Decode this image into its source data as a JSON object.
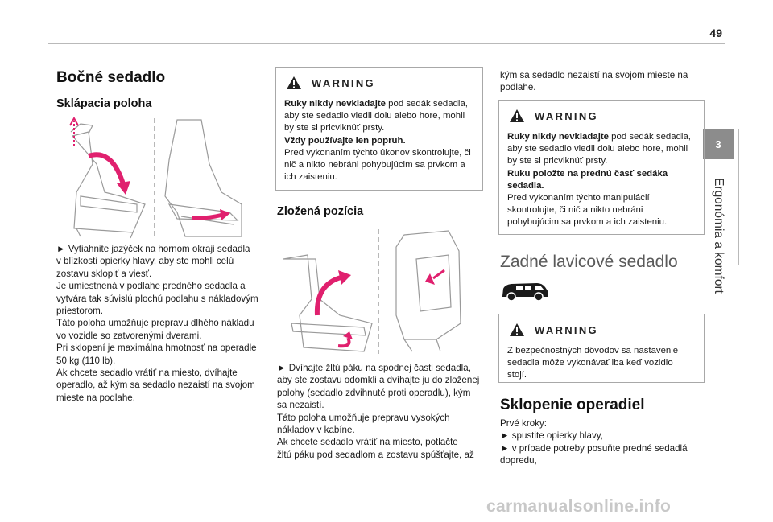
{
  "header": {
    "page_number": "49"
  },
  "side_tab": {
    "chapter_number": "3",
    "chapter_title": "Ergonómia a komfort"
  },
  "col1": {
    "title": "Bočné sedadlo",
    "subtitle": "Sklápacia poloha",
    "lines": [
      "► Vytiahnite jazýček na hornom okraji sedadla",
      "v blízkosti opierky hlavy, aby ste mohli celú",
      "zostavu sklopiť a viesť.",
      "Je umiestnená v podlahe predného sedadla a",
      "vytvára tak súvislú plochú podlahu s nákladovým",
      "priestorom.",
      "Táto poloha umožňuje prepravu dlhého nákladu",
      "vo vozidle so zatvorenými dverami.",
      "Pri sklopení je maximálna hmotnosť na operadle",
      "50 kg (110 lb).",
      "Ak chcete sedadlo vrátiť na miesto, dvíhajte",
      "operadlo, až kým sa sedadlo nezaistí na svojom",
      "mieste na podlahe."
    ]
  },
  "col2": {
    "warning": {
      "label": "WARNING",
      "bold1": "Ruky nikdy nevkladajte",
      "text1": " pod sedák sedadla,",
      "lines": [
        "aby ste sedadlo viedli dolu alebo hore, mohli",
        "by ste si pricviknúť prsty."
      ],
      "bold2": "Vždy používajte len popruh.",
      "lines2": [
        "Pred vykonaním týchto úkonov skontrolujte, či",
        "nič a nikto nebráni pohybujúcim sa prvkom a",
        "ich zaisteniu."
      ]
    },
    "subtitle": "Zložená pozícia",
    "lines": [
      "► Dvíhajte žltú páku na spodnej časti sedadla,",
      "aby ste zostavu odomkli a dvíhajte ju do zloženej",
      "polohy (sedadlo zdvihnuté proti operadlu), kým",
      "sa nezaistí.",
      "Táto poloha umožňuje prepravu vysokých",
      "nákladov v kabíne.",
      "Ak chcete sedadlo vrátiť na miesto, potlačte",
      "žltú páku pod sedadlom a zostavu spúšťajte, až"
    ]
  },
  "col3": {
    "intro_lines": [
      "kým sa sedadlo nezaistí na svojom mieste na",
      "podlahe."
    ],
    "warning1": {
      "label": "WARNING",
      "bold1": "Ruky nikdy nevkladajte",
      "text1": " pod sedák sedadla,",
      "lines": [
        "aby ste sedadlo viedli dolu alebo hore, mohli",
        "by ste si pricviknúť prsty."
      ],
      "bold2a": "Ruku položte na prednú časť sedáka",
      "bold2b": "sedadla.",
      "lines2": [
        "Pred vykonaním týchto manipulácií",
        "skontrolujte, či nič a nikto nebráni",
        "pohybujúcim sa prvkom a ich zaisteniu."
      ]
    },
    "section_title": "Zadné lavicové sedadlo",
    "warning2": {
      "label": "WARNING",
      "lines": [
        "Z bezpečnostných dôvodov sa nastavenie",
        "sedadla môže vykonávať iba keď vozidlo",
        "stojí."
      ]
    },
    "title": "Sklopenie operadiel",
    "lines": [
      "Prvé kroky:",
      "► spustite opierky hlavy,",
      "► v prípade potreby posuňte predné sedadlá",
      "dopredu,"
    ]
  },
  "footer": {
    "watermark": "carmanualsonline.info"
  },
  "colors": {
    "accent_pink": "#e0206e",
    "tab_gray": "#8c8c8c",
    "rule_gray": "#b9b9b9"
  }
}
